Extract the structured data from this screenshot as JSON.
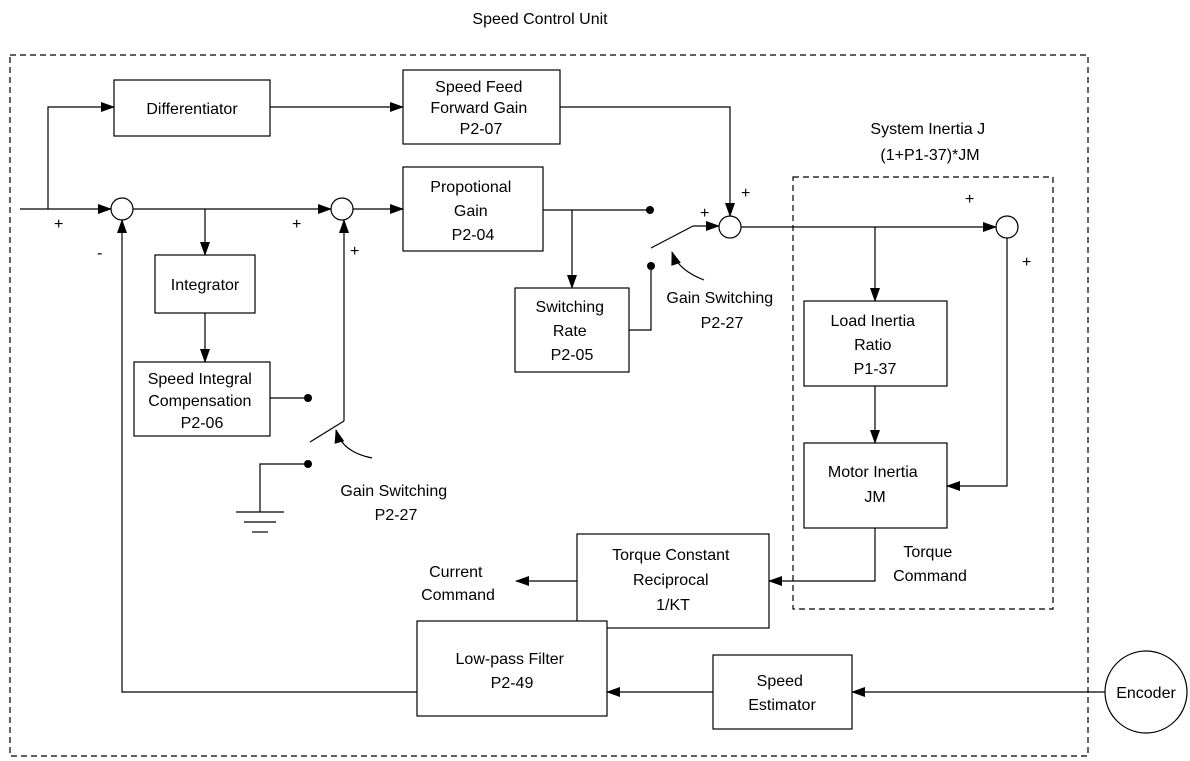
{
  "title": "Speed Control Unit",
  "inertia_title": [
    "System Inertia J",
    "(1+P1-37)*JM"
  ],
  "blocks": {
    "differentiator": [
      "Differentiator"
    ],
    "feed_forward": [
      "Speed Feed",
      "Forward Gain",
      "P2-07"
    ],
    "proportional": [
      "Propotional",
      "Gain",
      "P2-04"
    ],
    "integrator": [
      "Integrator"
    ],
    "integral_comp": [
      "Speed Integral",
      "Compensation",
      "P2-06"
    ],
    "switching_rate": [
      "Switching",
      "Rate",
      "P2-05"
    ],
    "load_inertia": [
      "Load Inertia",
      "Ratio",
      "P1-37"
    ],
    "motor_inertia": [
      "Motor Inertia",
      "JM"
    ],
    "torque_constant": [
      "Torque Constant",
      "Reciprocal",
      "1/KT"
    ],
    "low_pass": [
      "Low-pass Filter",
      "P2-49"
    ],
    "speed_estimator": [
      "Speed",
      "Estimator"
    ],
    "encoder": [
      "Encoder"
    ]
  },
  "labels": {
    "gain_switching_1": [
      "Gain Switching",
      "P2-27"
    ],
    "gain_switching_2": [
      "Gain Switching",
      "P2-27"
    ],
    "current_command": [
      "Current",
      "Command"
    ],
    "torque_command": [
      "Torque",
      "Command"
    ]
  },
  "signs": {
    "input_plus": "+",
    "feedback_minus": "-",
    "sum2_left_plus": "+",
    "sum2_bottom_plus": "+",
    "sum3_top_plus": "+",
    "sum3_left_plus": "+",
    "sum4_top_plus": "+",
    "sum4_right_plus": "+"
  }
}
